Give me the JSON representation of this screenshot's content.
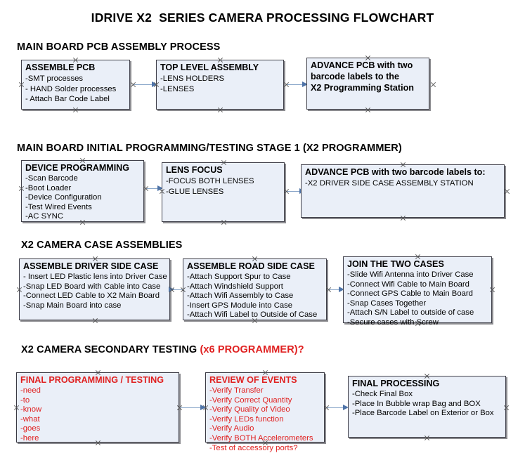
{
  "document": {
    "title": "IDRIVE X2  SERIES CAMERA PROCESSING FLOWCHART"
  },
  "colors": {
    "box_fill": "#eaeff8",
    "box_border": "#40404a",
    "connector": "#89a6c9",
    "arrow": "#4f74a8",
    "accent_red": "#e02020",
    "text": "#000000",
    "page_background": "#ffffff"
  },
  "sections": [
    {
      "id": "main-board-pcb-assembly-process",
      "heading": "MAIN BOARD PCB ASSEMBLY PROCESS",
      "heading_accent": "",
      "boxes": [
        {
          "id": "assemble-pcb",
          "title": "ASSEMBLE PCB",
          "title_color": "black",
          "lines": [
            "-SMT processes",
            "- HAND Solder processes",
            "- Attach Bar Code Label"
          ]
        },
        {
          "id": "top-level-assembly",
          "title": "TOP LEVEL ASSEMBLY",
          "title_color": "black",
          "lines": [
            "-LENS HOLDERS",
            "-LENSES"
          ]
        },
        {
          "id": "advance-pcb-to-x2-programming-station",
          "title": "ADVANCE PCB with two",
          "title_color": "black",
          "title_extra_lines": [
            "barcode labels to the",
            " X2 Programming Station"
          ],
          "lines": []
        }
      ]
    },
    {
      "id": "main-board-initial-programming-testing-stage-1",
      "heading": "MAIN BOARD INITIAL PROGRAMMING/TESTING STAGE 1 (X2 PROGRAMMER)",
      "heading_accent": "",
      "boxes": [
        {
          "id": "device-programming",
          "title": "DEVICE PROGRAMMING",
          "title_color": "black",
          "lines": [
            "-Scan Barcode",
            "-Boot Loader",
            "-Device Configuration",
            "-Test Wired Events",
            "-AC SYNC"
          ]
        },
        {
          "id": "lens-focus",
          "title": "LENS FOCUS",
          "title_color": "black",
          "lines": [
            "-FOCUS BOTH LENSES",
            "-GLUE LENSES"
          ]
        },
        {
          "id": "advance-pcb-to-driver-side-case-assembly",
          "title": "ADVANCE PCB with two barcode labels to:",
          "title_color": "black",
          "lines": [
            "-X2 DRIVER  SIDE  CASE  ASSEMBLY STATION"
          ]
        }
      ]
    },
    {
      "id": "x2-camera-case-assemblies",
      "heading": "X2 CAMERA CASE ASSEMBLIES",
      "heading_accent": "",
      "boxes": [
        {
          "id": "assemble-driver-side-case",
          "title": "ASSEMBLE DRIVER SIDE CASE",
          "title_color": "black",
          "lines": [
            "- Insert LED Plastic lens into Driver Case",
            "-Snap LED Board with Cable into Case",
            "-Connect LED Cable to X2 Main Board",
            "-Snap Main Board into case"
          ]
        },
        {
          "id": "assemble-road-side-case",
          "title": "ASSEMBLE ROAD SIDE CASE",
          "title_color": "black",
          "lines": [
            "-Attach Support Spur to Case",
            "-Attach Windshield Support",
            "-Attach Wifi Assembly to Case",
            "-Insert GPS Module into Case",
            "-Attach Wifi Label to Outside of Case"
          ]
        },
        {
          "id": "join-the-two-cases",
          "title": "JOIN THE TWO CASES",
          "title_color": "black",
          "lines": [
            "-Slide Wifi Antenna into Driver Case",
            "-Connect Wifi Cable to Main Board",
            "-Connect GPS Cable to Main Board",
            "-Snap Cases Together",
            "-Attach S/N Label to outside of case",
            "-Secure cases with Screw"
          ]
        }
      ]
    },
    {
      "id": "x2-camera-secondary-testing",
      "heading": "X2 CAMERA SECONDARY TESTING ",
      "heading_accent": "(x6 PROGRAMMER)?",
      "boxes": [
        {
          "id": "final-programming-testing",
          "title": "FINAL PROGRAMMING / TESTING",
          "title_color": "red",
          "lines": [
            "-need",
            "-to",
            "-know",
            "-what",
            "-goes",
            "-here"
          ]
        },
        {
          "id": "review-of-events",
          "title": "REVIEW OF EVENTS",
          "title_color": "red",
          "lines": [
            "-Verify Transfer",
            "-Verify Correct Quantity",
            "-Verify Quality of Video",
            "-Verify LEDs function",
            "-Verify Audio",
            "-Verify BOTH Accelerometers",
            "-Test of accessory ports?"
          ]
        },
        {
          "id": "final-processing",
          "title": "FINAL PROCESSING",
          "title_color": "black",
          "lines": [
            " -Check Final Box",
            "-Place In Bubble wrap Bag and BOX",
            "-Place Barcode Label on Exterior or Box"
          ]
        }
      ]
    }
  ]
}
